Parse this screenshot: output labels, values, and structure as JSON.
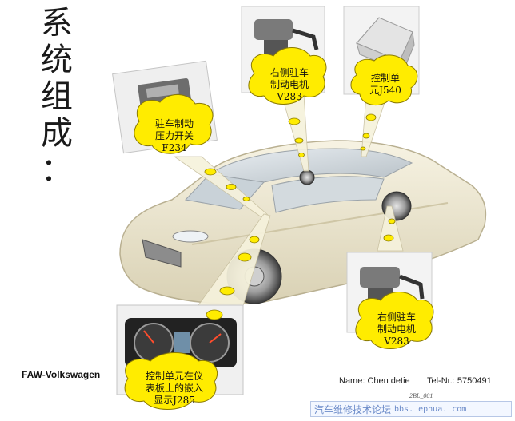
{
  "title_chars": [
    "系",
    "统",
    "组",
    "成",
    "："
  ],
  "callouts": {
    "pressure_switch": [
      "驻车制动",
      "压力开关",
      "F234"
    ],
    "right_motor_top": [
      "右侧驻车",
      "制动电机",
      "V283"
    ],
    "control_unit": [
      "控制单",
      "元J540"
    ],
    "right_motor_bottom": [
      "右侧驻车",
      "制动电机",
      "V283"
    ],
    "dash_display": [
      "控制单元在仪",
      "表板上的嵌入",
      "显示J285"
    ]
  },
  "footer": {
    "brand": "FAW-Volkswagen",
    "name": "Name: Chen detie",
    "tel": "Tel-Nr.: 5750491",
    "image_code": "2BL_001"
  },
  "watermark": {
    "text": "汽车维修技术论坛",
    "url": "bbs. ephua. com"
  },
  "colors": {
    "callout_fill": "#ffec00",
    "callout_stroke": "#8a7a00",
    "car_body": "#efe9d0",
    "beam": "#f6f2dc",
    "watermark": "#6d8cc9"
  }
}
